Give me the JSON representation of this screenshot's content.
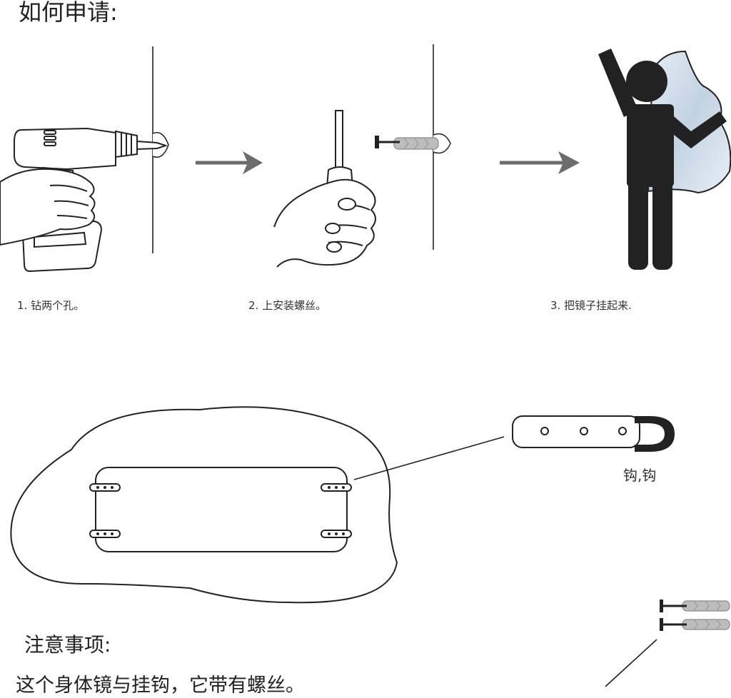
{
  "title": "如何申请:",
  "steps": [
    {
      "label": "1. 钻两个孔。"
    },
    {
      "label": "2. 上安装螺丝。"
    },
    {
      "label": "3. 把镜子挂起来."
    }
  ],
  "hook_label": "钩,钩",
  "notes": {
    "title": "注意事项:",
    "body": "这个身体镜与挂钩，它带有螺丝。"
  }
}
